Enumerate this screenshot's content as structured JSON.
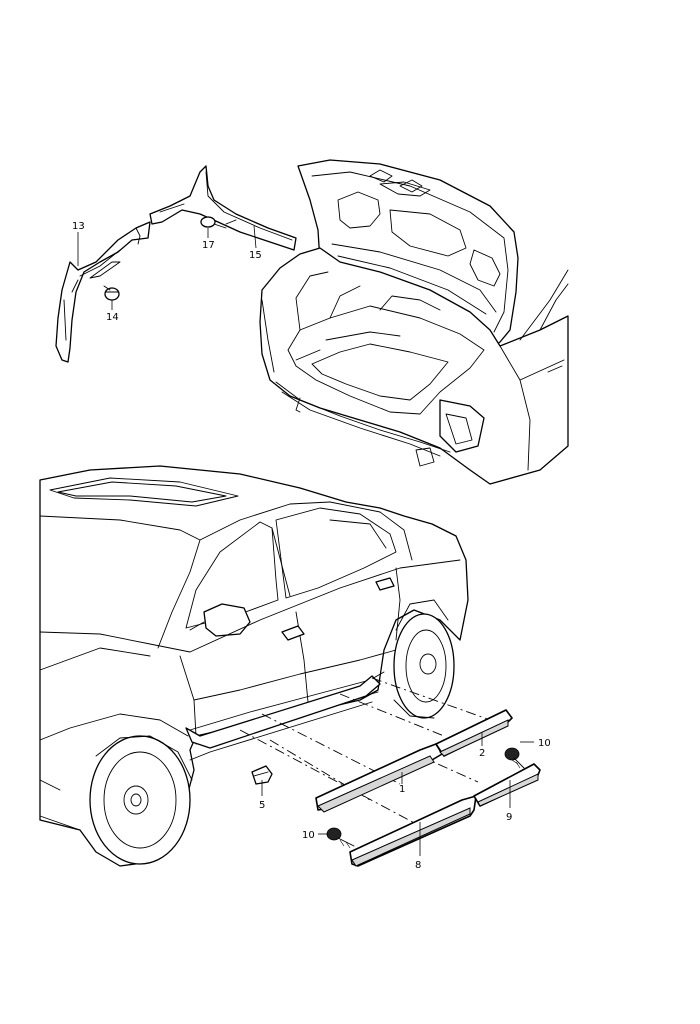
{
  "callouts": {
    "c1": "1",
    "c2": "2",
    "c5": "5",
    "c8": "8",
    "c9": "9",
    "c10a": "10",
    "c10b": "10",
    "c13": "13",
    "c14": "14",
    "c15": "15",
    "c17": "17"
  }
}
